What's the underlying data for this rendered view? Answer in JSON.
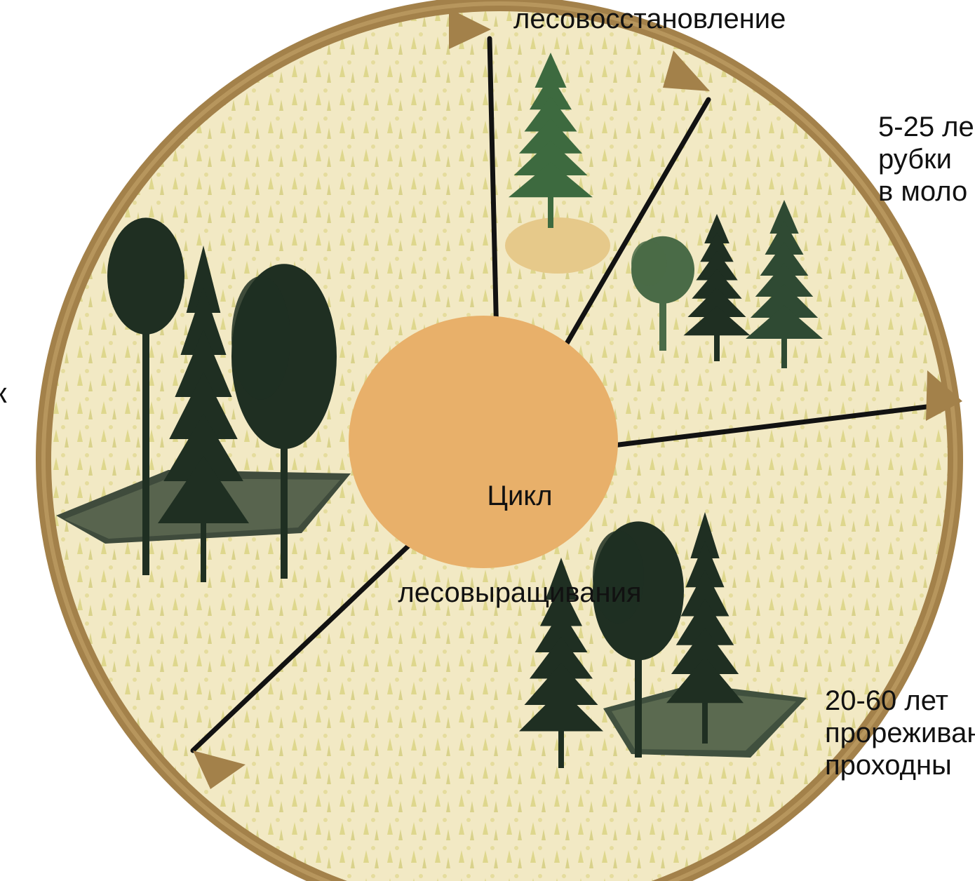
{
  "diagram": {
    "center": {
      "line1": "Цикл",
      "line2": "лесовыращивания"
    },
    "labels": {
      "top": "лесовосстановление",
      "right_top": "5-25 ле\nрубки \nв моло",
      "right_bottom": "20-60 лет\nпрореживан\nпроходны",
      "left": "к"
    },
    "colors": {
      "background": "#ffffff",
      "illustration_base": "#f2e9c4",
      "ring": "#a3814a",
      "hub": "#e8b06a",
      "divider": "#121212",
      "tree_dark": "#1f2f22",
      "foliage_light": "#dcd68c"
    }
  }
}
